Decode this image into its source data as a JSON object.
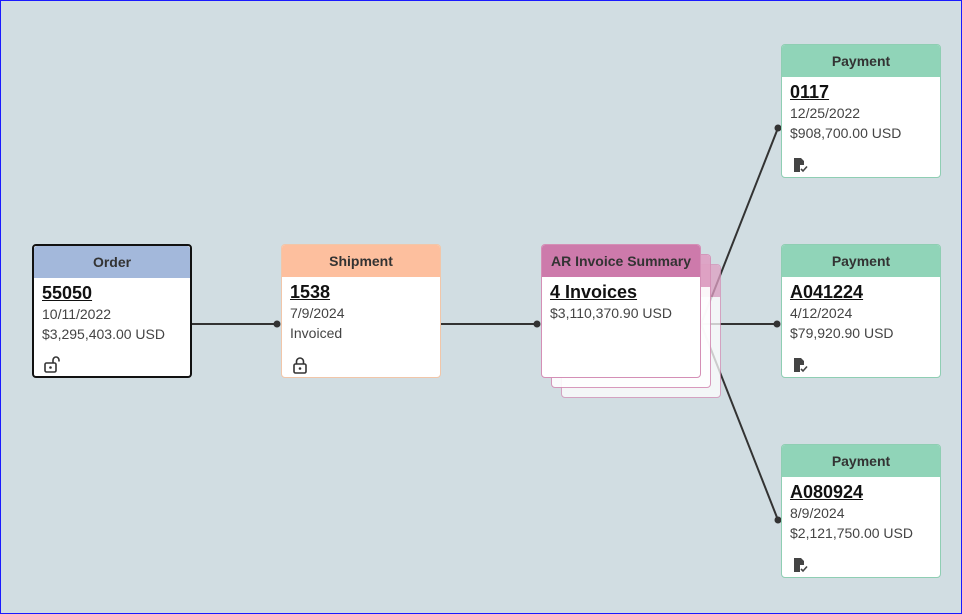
{
  "order": {
    "title": "Order",
    "id": "55050",
    "date": "10/11/2022",
    "amount": "$3,295,403.00 USD",
    "icon": "unlock-icon"
  },
  "shipment": {
    "title": "Shipment",
    "id": "1538",
    "date": "7/9/2024",
    "status": "Invoiced",
    "icon": "lock-icon"
  },
  "ar_invoice_summary": {
    "title": "AR Invoice Summary",
    "id": "4 Invoices",
    "amount": "$3,110,370.90 USD"
  },
  "payments": [
    {
      "title": "Payment",
      "id": "0117",
      "date": "12/25/2022",
      "amount": "$908,700.00 USD",
      "icon": "document-check-icon"
    },
    {
      "title": "Payment",
      "id": "A041224",
      "date": "4/12/2024",
      "amount": "$79,920.90 USD",
      "icon": "document-check-icon"
    },
    {
      "title": "Payment",
      "id": "A080924",
      "date": "8/9/2024",
      "amount": "$2,121,750.00 USD",
      "icon": "document-check-icon"
    }
  ],
  "colors": {
    "background": "#d1dde2",
    "order_header": "#a3b8db",
    "shipment_header": "#fdbf9e",
    "invoice_header": "#cd7aab",
    "payment_header": "#90d4b8",
    "connector": "#333333"
  }
}
